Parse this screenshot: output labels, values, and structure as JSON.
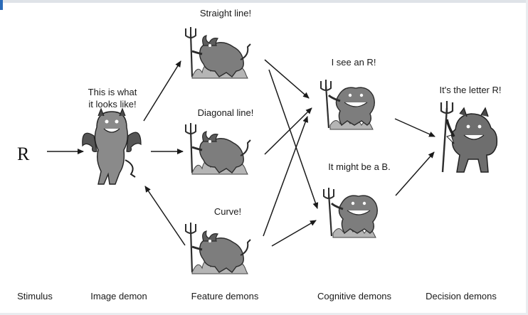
{
  "stimulus": {
    "letter": "R"
  },
  "speech": {
    "image_line1": "This is what",
    "image_line2": "it looks like!",
    "feature_straight": "Straight line!",
    "feature_diagonal": "Diagonal line!",
    "feature_curve": "Curve!",
    "cognitive_r": "I see an R!",
    "cognitive_b": "It might be a B.",
    "decision": "It's the letter R!"
  },
  "stages": {
    "stimulus": "Stimulus",
    "image": "Image demon",
    "feature": "Feature demons",
    "cognitive": "Cognitive demons",
    "decision": "Decision demons"
  },
  "icons": {
    "image_demon": "winged-demon-icon",
    "feature_demon": "pitchfork-demon-icon",
    "cognitive_demon": "pitchfork-demon-icon",
    "decision_demon": "pitchfork-demon-icon"
  },
  "colors": {
    "demon_fill": "#8a8a8a",
    "demon_dark": "#3d3d3d",
    "arrow": "#1a1a1a"
  }
}
